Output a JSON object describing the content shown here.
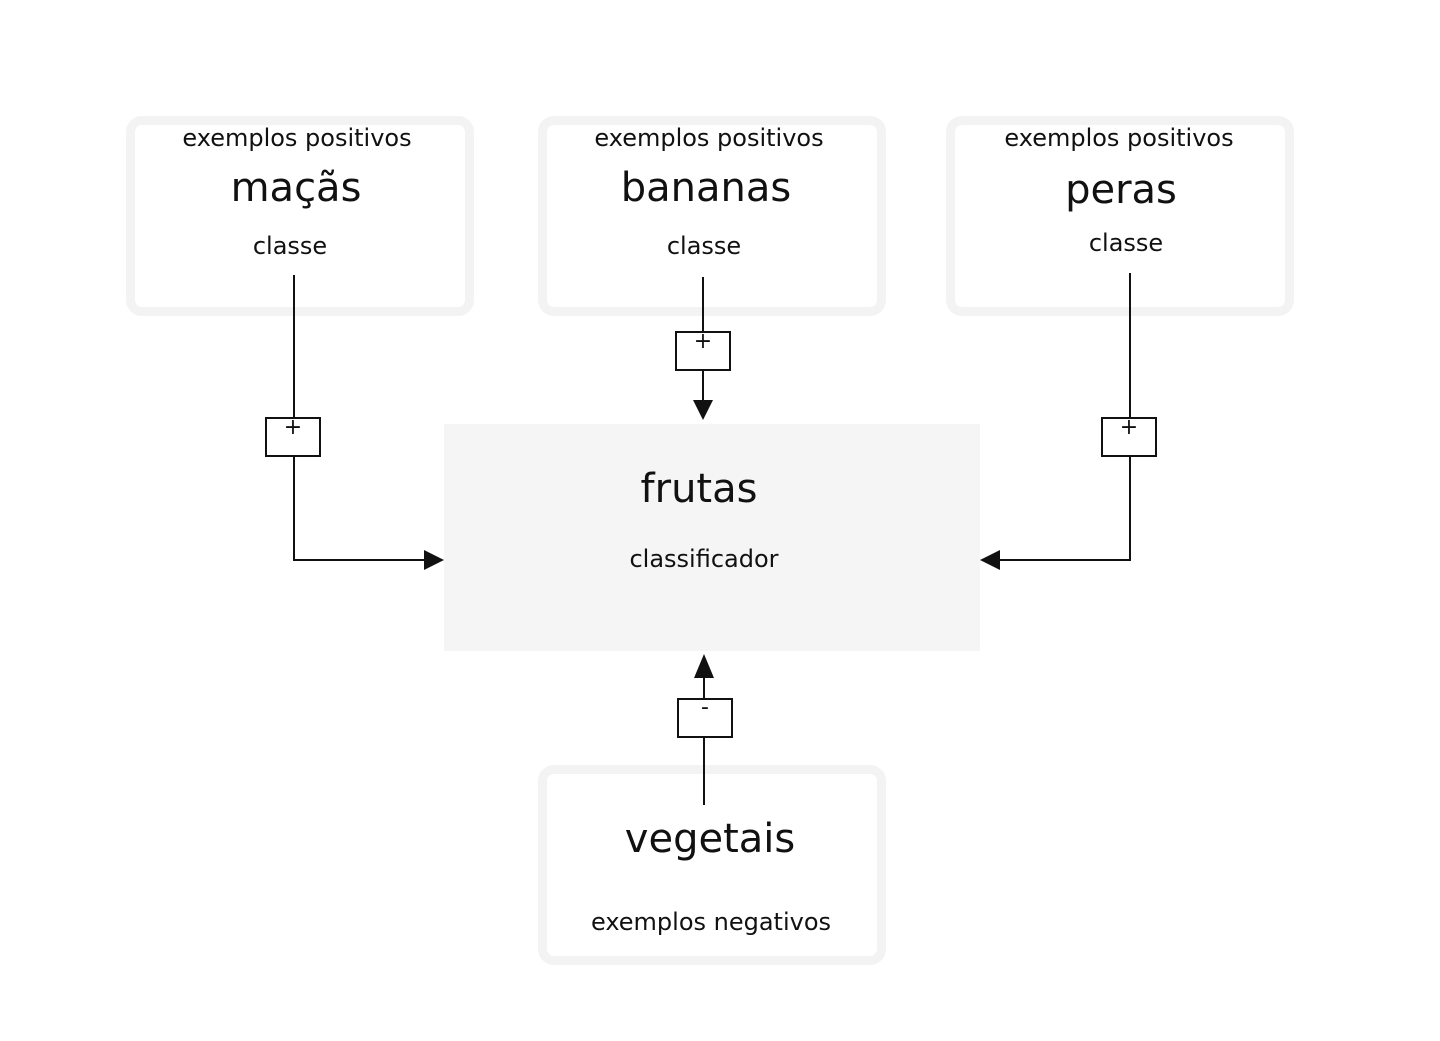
{
  "classes": [
    {
      "heading": "exemplos positivos",
      "name": "maçãs",
      "caption": "classe"
    },
    {
      "heading": "exemplos positivos",
      "name": "bananas",
      "caption": "classe"
    },
    {
      "heading": "exemplos positivos",
      "name": "peras",
      "caption": "classe"
    }
  ],
  "negatives": {
    "name": "vegetais",
    "caption": "exemplos negativos"
  },
  "classifier": {
    "name": "frutas",
    "caption": "classificador"
  },
  "signs": {
    "positive": "+",
    "negative": "-"
  }
}
